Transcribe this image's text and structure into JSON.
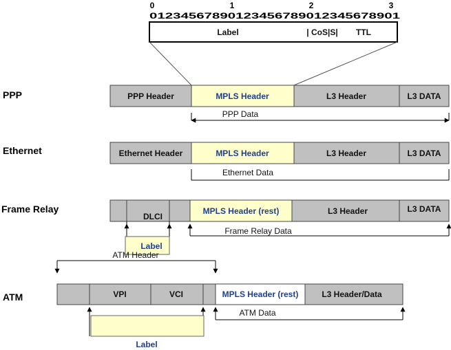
{
  "mpls_word": {
    "bit_tens": [
      "0",
      "1",
      "2",
      "3"
    ],
    "bit_units": "01234567890123456789012345678901",
    "fields": [
      {
        "label": "Label"
      },
      {
        "label": "| CoS|S|"
      },
      {
        "label": "TTL"
      }
    ]
  },
  "rows": [
    {
      "title": "PPP",
      "cells": [
        {
          "label": "PPP Header",
          "style": "gray"
        },
        {
          "label": "MPLS Header",
          "style": "yellow"
        },
        {
          "label": "L3 Header",
          "style": "gray"
        },
        {
          "label": "L3 DATA",
          "style": "gray"
        }
      ],
      "span_label": "PPP Data"
    },
    {
      "title": "Ethernet",
      "cells": [
        {
          "label": "Ethernet Header",
          "style": "gray"
        },
        {
          "label": "MPLS Header",
          "style": "yellow"
        },
        {
          "label": "L3 Header",
          "style": "gray"
        },
        {
          "label": "L3 DATA",
          "style": "gray"
        }
      ],
      "span_label": "Ethernet Data"
    },
    {
      "title": "Frame Relay",
      "cells": [
        {
          "label": "",
          "style": "gray"
        },
        {
          "label": "DLCI",
          "style": "gray"
        },
        {
          "label": "",
          "style": "gray"
        },
        {
          "label": "MPLS Header (rest)",
          "style": "yellow"
        },
        {
          "label": "L3 Header",
          "style": "gray"
        },
        {
          "label": "L3 DATA",
          "style": "gray"
        }
      ],
      "span_label": "Frame Relay Data",
      "label_box": "Label"
    },
    {
      "title": "ATM",
      "header_span_label": "ATM Header",
      "cells": [
        {
          "label": "",
          "style": "gray"
        },
        {
          "label": "VPI",
          "style": "gray"
        },
        {
          "label": "VCI",
          "style": "gray"
        },
        {
          "label": "",
          "style": "gray"
        },
        {
          "label": "MPLS Header (rest)",
          "style": "white"
        },
        {
          "label": "L3 Header/Data",
          "style": "gray"
        }
      ],
      "span_label": "ATM Data",
      "label_box": "Label"
    }
  ],
  "colors": {
    "gray": "#c0c0c0",
    "yellow": "#ffffcc",
    "blue_text": "#1f3f8f"
  }
}
